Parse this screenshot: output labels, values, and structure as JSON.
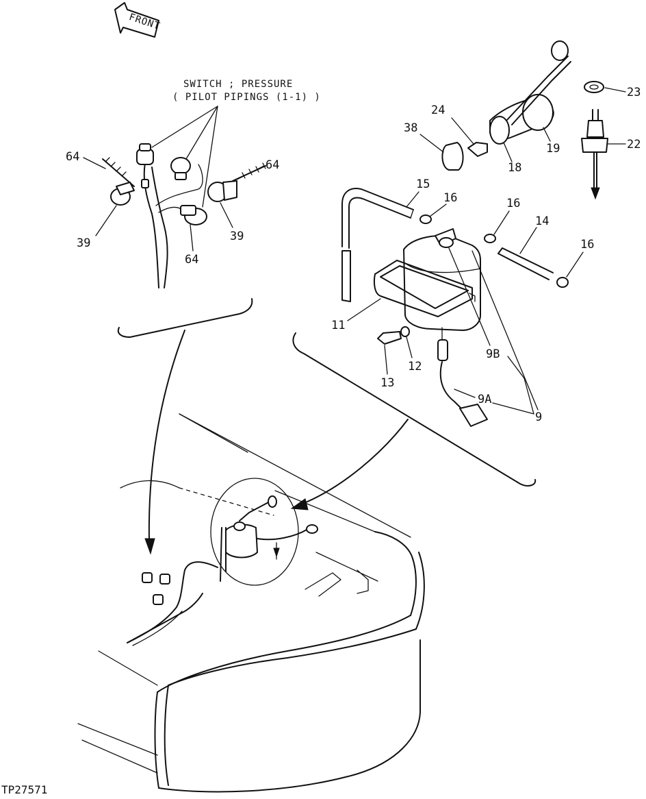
{
  "front_marker": "FRONT",
  "switch_caption": {
    "line1": "SWITCH ; PRESSURE",
    "line2": "( PILOT PIPINGS (1-1) )"
  },
  "figure_id": "TP27571",
  "callouts": {
    "c64a": "64",
    "c64b": "64",
    "c64c": "64",
    "c39a": "39",
    "c39b": "39",
    "c15": "15",
    "c16a": "16",
    "c16b": "16",
    "c16c": "16",
    "c14": "14",
    "c11": "11",
    "c13": "13",
    "c12": "12",
    "c9b": "9B",
    "c9a": "9A",
    "c9": "9",
    "c38": "38",
    "c24": "24",
    "c18": "18",
    "c19": "19",
    "c23": "23",
    "c22": "22"
  }
}
